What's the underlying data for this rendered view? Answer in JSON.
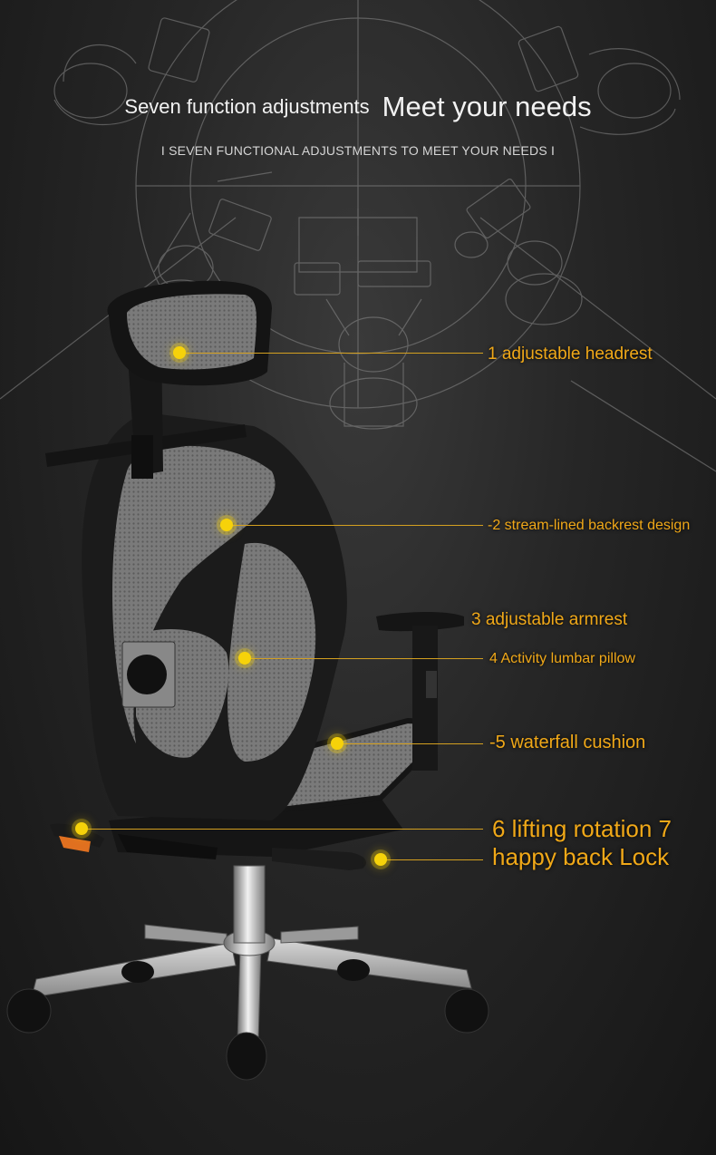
{
  "header": {
    "title_small": "Seven function adjustments",
    "title_large": "Meet your needs",
    "subtitle": "I  SEVEN FUNCTIONAL ADJUSTMENTS TO MEET YOUR NEEDS  I"
  },
  "callouts": [
    {
      "id": "headrest",
      "text": "1 adjustable headrest"
    },
    {
      "id": "backrest",
      "text": "-2 stream-lined backrest design"
    },
    {
      "id": "armrest",
      "text": "3 adjustable armrest"
    },
    {
      "id": "lumbar",
      "text": "4 Activity lumbar pillow"
    },
    {
      "id": "cushion",
      "text": "-5 waterfall cushion"
    },
    {
      "id": "lifting",
      "text": "6 lifting rotation 7"
    },
    {
      "id": "backlock",
      "text": "happy back Lock"
    }
  ],
  "colors": {
    "accent": "#f0a818",
    "marker": "#f6d20a"
  }
}
